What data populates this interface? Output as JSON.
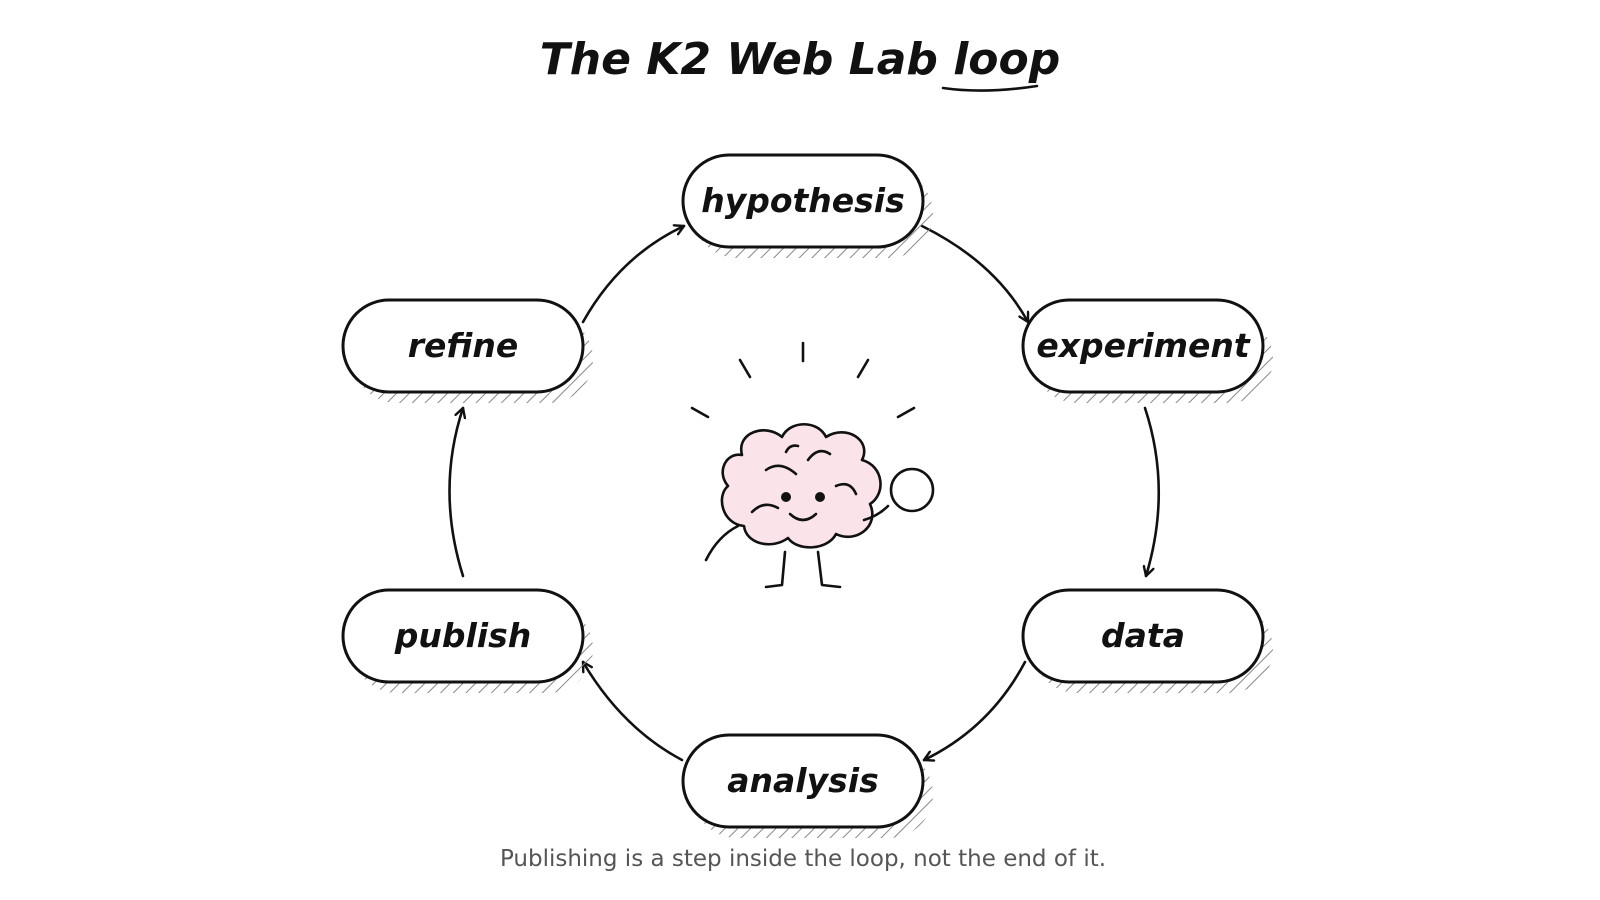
{
  "title": {
    "text_plain": "The K2 Web Lab ",
    "text_underlined": "loop"
  },
  "nodes": {
    "hypothesis": {
      "label": "hypothesis"
    },
    "experiment": {
      "label": "experiment"
    },
    "data": {
      "label": "data"
    },
    "analysis": {
      "label": "analysis"
    },
    "publish": {
      "label": "publish"
    },
    "refine": {
      "label": "refine"
    }
  },
  "caption": "Publishing is a step inside the loop, not the end of it.",
  "colors": {
    "ink": "#111111",
    "brain_fill": "#fbe3ea",
    "caption": "#555555",
    "hatch": "#888888"
  },
  "icons": {
    "center": "brain-mascot-icon"
  }
}
